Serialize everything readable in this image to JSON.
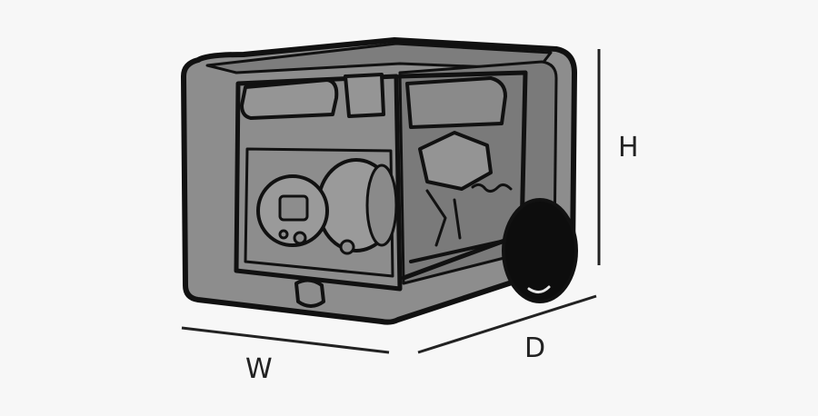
{
  "diagram": {
    "labels": {
      "width": "W",
      "depth": "D",
      "height": "H"
    },
    "icons": {
      "main": "generator-cover-icon"
    },
    "colors": {
      "background": "#f7f7f7",
      "cover_fill": "#8d8d8d",
      "cover_shade": "#7a7a7a",
      "outline": "#111111",
      "wheel": "#0d0d0d",
      "dimension_line": "#222222"
    }
  }
}
